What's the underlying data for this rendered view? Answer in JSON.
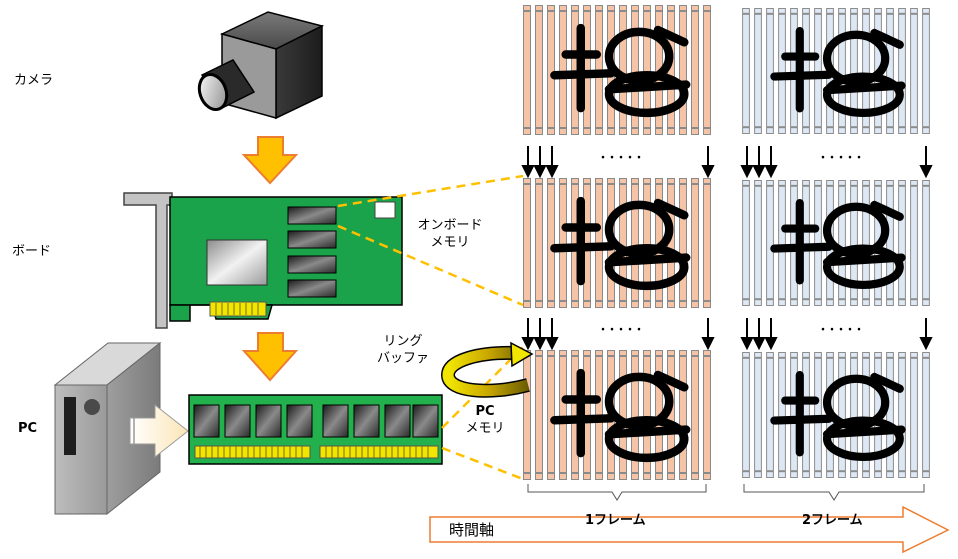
{
  "labels": {
    "camera": "カメラ",
    "board": "ボード",
    "pc": "PC",
    "onboard_memory": [
      "オンボード",
      "メモリ"
    ],
    "ring_buffer": [
      "リング",
      "バッファ"
    ],
    "pc_memory": [
      "PC",
      "メモリ"
    ],
    "frame1": "1フレーム",
    "frame2": "2フレーム",
    "time_axis": "時間軸",
    "dots": "・・・・・"
  },
  "colors": {
    "frame1_line": "#f5c3a5",
    "frame2_line": "#dde8f4",
    "line_border": "#888888",
    "arrow_fill": "#ffc000",
    "arrow_stroke": "#ed7d31",
    "dashed_connector": "#ffc000",
    "board_green": "#1aa34a",
    "memory_green": "#22b14c",
    "gold_contacts": "#f2e600",
    "time_axis_outline": "#ed7d31"
  },
  "icons": {
    "camera": "camera-icon",
    "board": "capture-board-icon",
    "pc": "pc-tower-icon",
    "memory": "memory-module-icon",
    "ring": "ring-buffer-arrow-icon"
  }
}
